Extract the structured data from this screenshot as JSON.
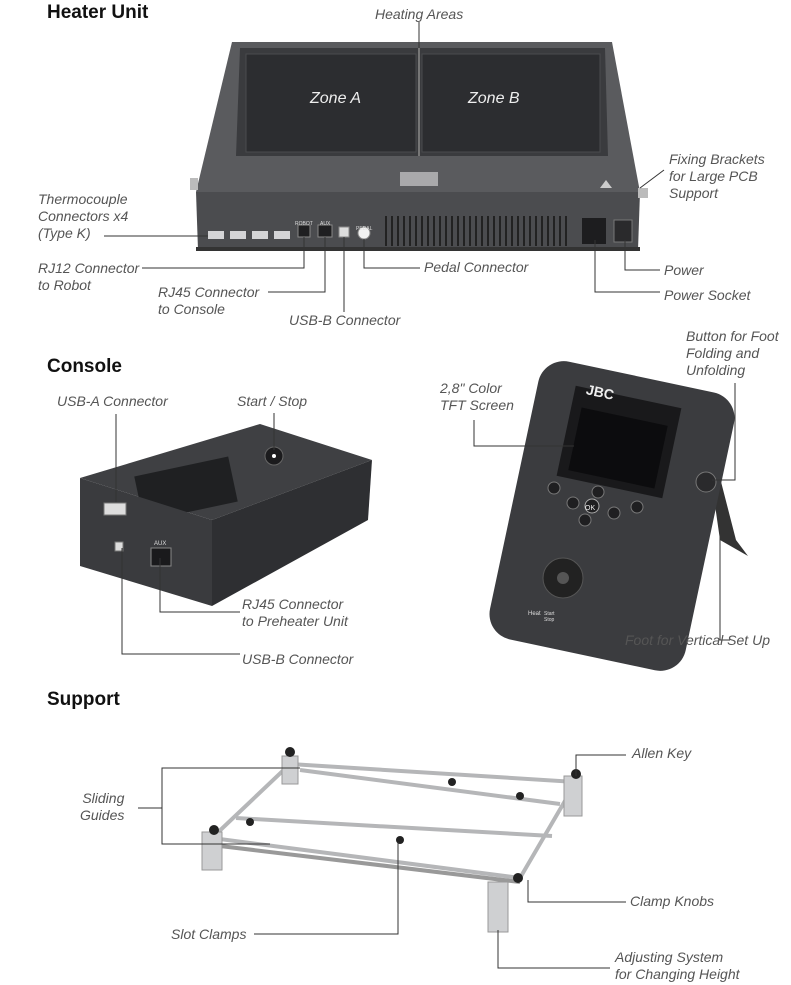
{
  "sections": {
    "heater": {
      "title": "Heater Unit",
      "zone_a": "Zone A",
      "zone_b": "Zone B",
      "panel_labels": {
        "robot": "ROBOT",
        "aux": "AUX",
        "pedal": "PEDAL"
      },
      "callouts": {
        "heating_areas": "Heating Areas",
        "fixing_brackets": "Fixing Brackets\nfor Large PCB\nSupport",
        "thermocouple": "Thermocouple\nConnectors x4\n(Type K)",
        "rj12": "RJ12 Connector\nto Robot",
        "rj45": "RJ45 Connector\nto Console",
        "usb_b": "USB-B Connector",
        "pedal": "Pedal Connector",
        "power": "Power",
        "power_socket": "Power Socket"
      }
    },
    "console": {
      "title": "Console",
      "brand": "JBC",
      "ok": "OK",
      "aux": "AUX",
      "heat_label": "Heat",
      "start_stop_label": "Start\nStop",
      "callouts": {
        "usb_a": "USB-A Connector",
        "start_stop": "Start / Stop",
        "rj45_preheater": "RJ45 Connector\nto Preheater Unit",
        "usb_b": "USB-B Connector",
        "screen": "2,8\" Color\nTFT Screen",
        "foot_button": "Button for Foot\nFolding and\nUnfolding",
        "foot_vertical": "Foot for Vertical Set Up"
      }
    },
    "support": {
      "title": "Support",
      "callouts": {
        "sliding_guides": "Sliding\nGuides",
        "allen_key": "Allen Key",
        "clamp_knobs": "Clamp Knobs",
        "slot_clamps": "Slot Clamps",
        "adjusting": "Adjusting System\nfor Changing Height"
      }
    }
  }
}
